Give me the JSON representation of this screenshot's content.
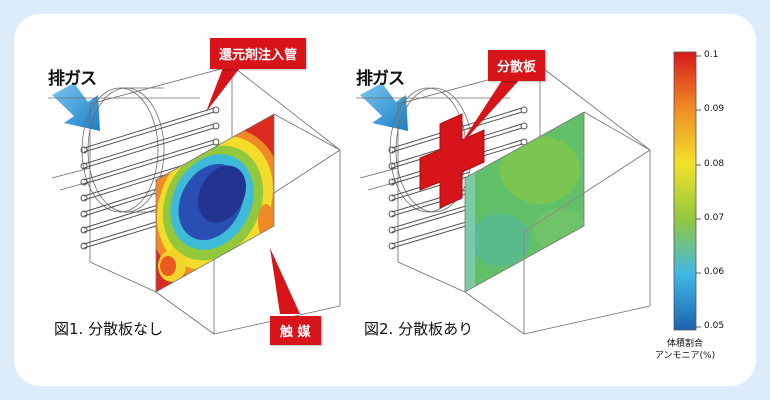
{
  "panel_left": {
    "gas_label": "排ガス",
    "callout_pipe": "還元剤注入管",
    "callout_catalyst": "触 媒",
    "caption": "図1. 分散板なし"
  },
  "panel_right": {
    "gas_label": "排ガス",
    "callout_plate": "分散板",
    "caption": "図2. 分散板あり"
  },
  "colorbar": {
    "ticks": [
      "0.1",
      "0.09",
      "0.08",
      "0.07",
      "0.06",
      "0.05"
    ],
    "title_line1": "体積割合",
    "title_line2": "アンモニア(%)",
    "colors": [
      "#d7191c",
      "#f08a24",
      "#f2e22a",
      "#94c83d",
      "#3fb8e6",
      "#1c63b0"
    ]
  },
  "colors": {
    "accent_red": "#d7141a",
    "arrow_blue": "#2b95d6",
    "background": "#dcecf8"
  }
}
